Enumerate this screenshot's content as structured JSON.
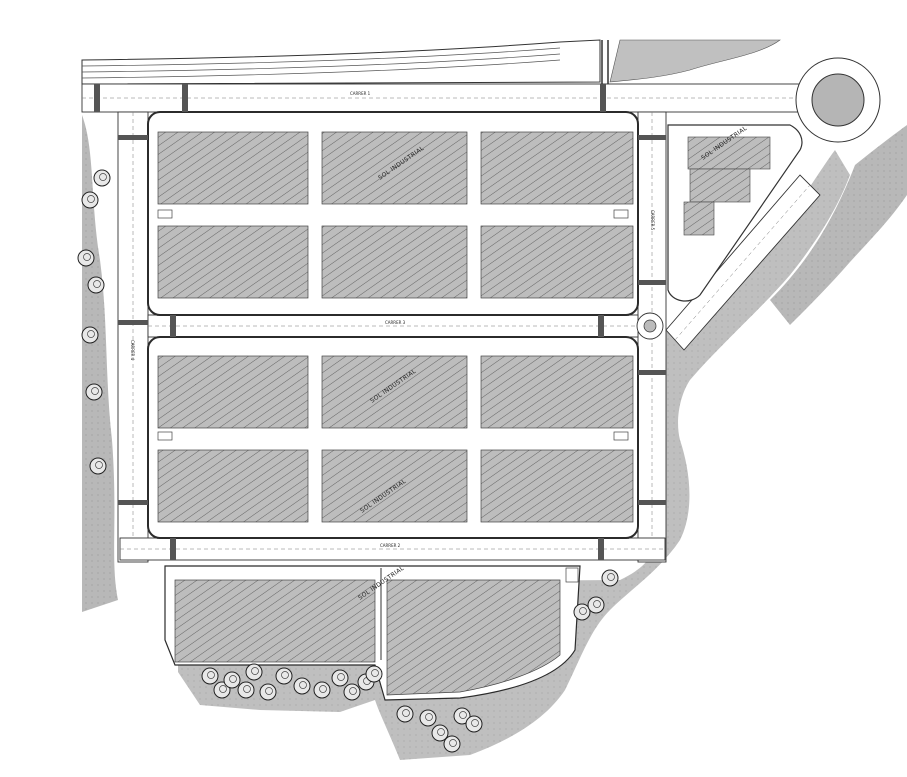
{
  "colors": {
    "terrain": "#b4b4b4",
    "plot_fill": "#a9a9a9",
    "road": "#ffffff",
    "outline": "#2b2b2b"
  },
  "plan": {
    "zone_label": "SOL INDUSTRIAL",
    "road_labels": [
      "CARRER 1",
      "CARRER 2",
      "CARRER 3",
      "CARRER 4",
      "CARRER 5"
    ]
  },
  "legend_icons": [
    "tree-icon",
    "roundabout-icon",
    "hatched-plot"
  ]
}
